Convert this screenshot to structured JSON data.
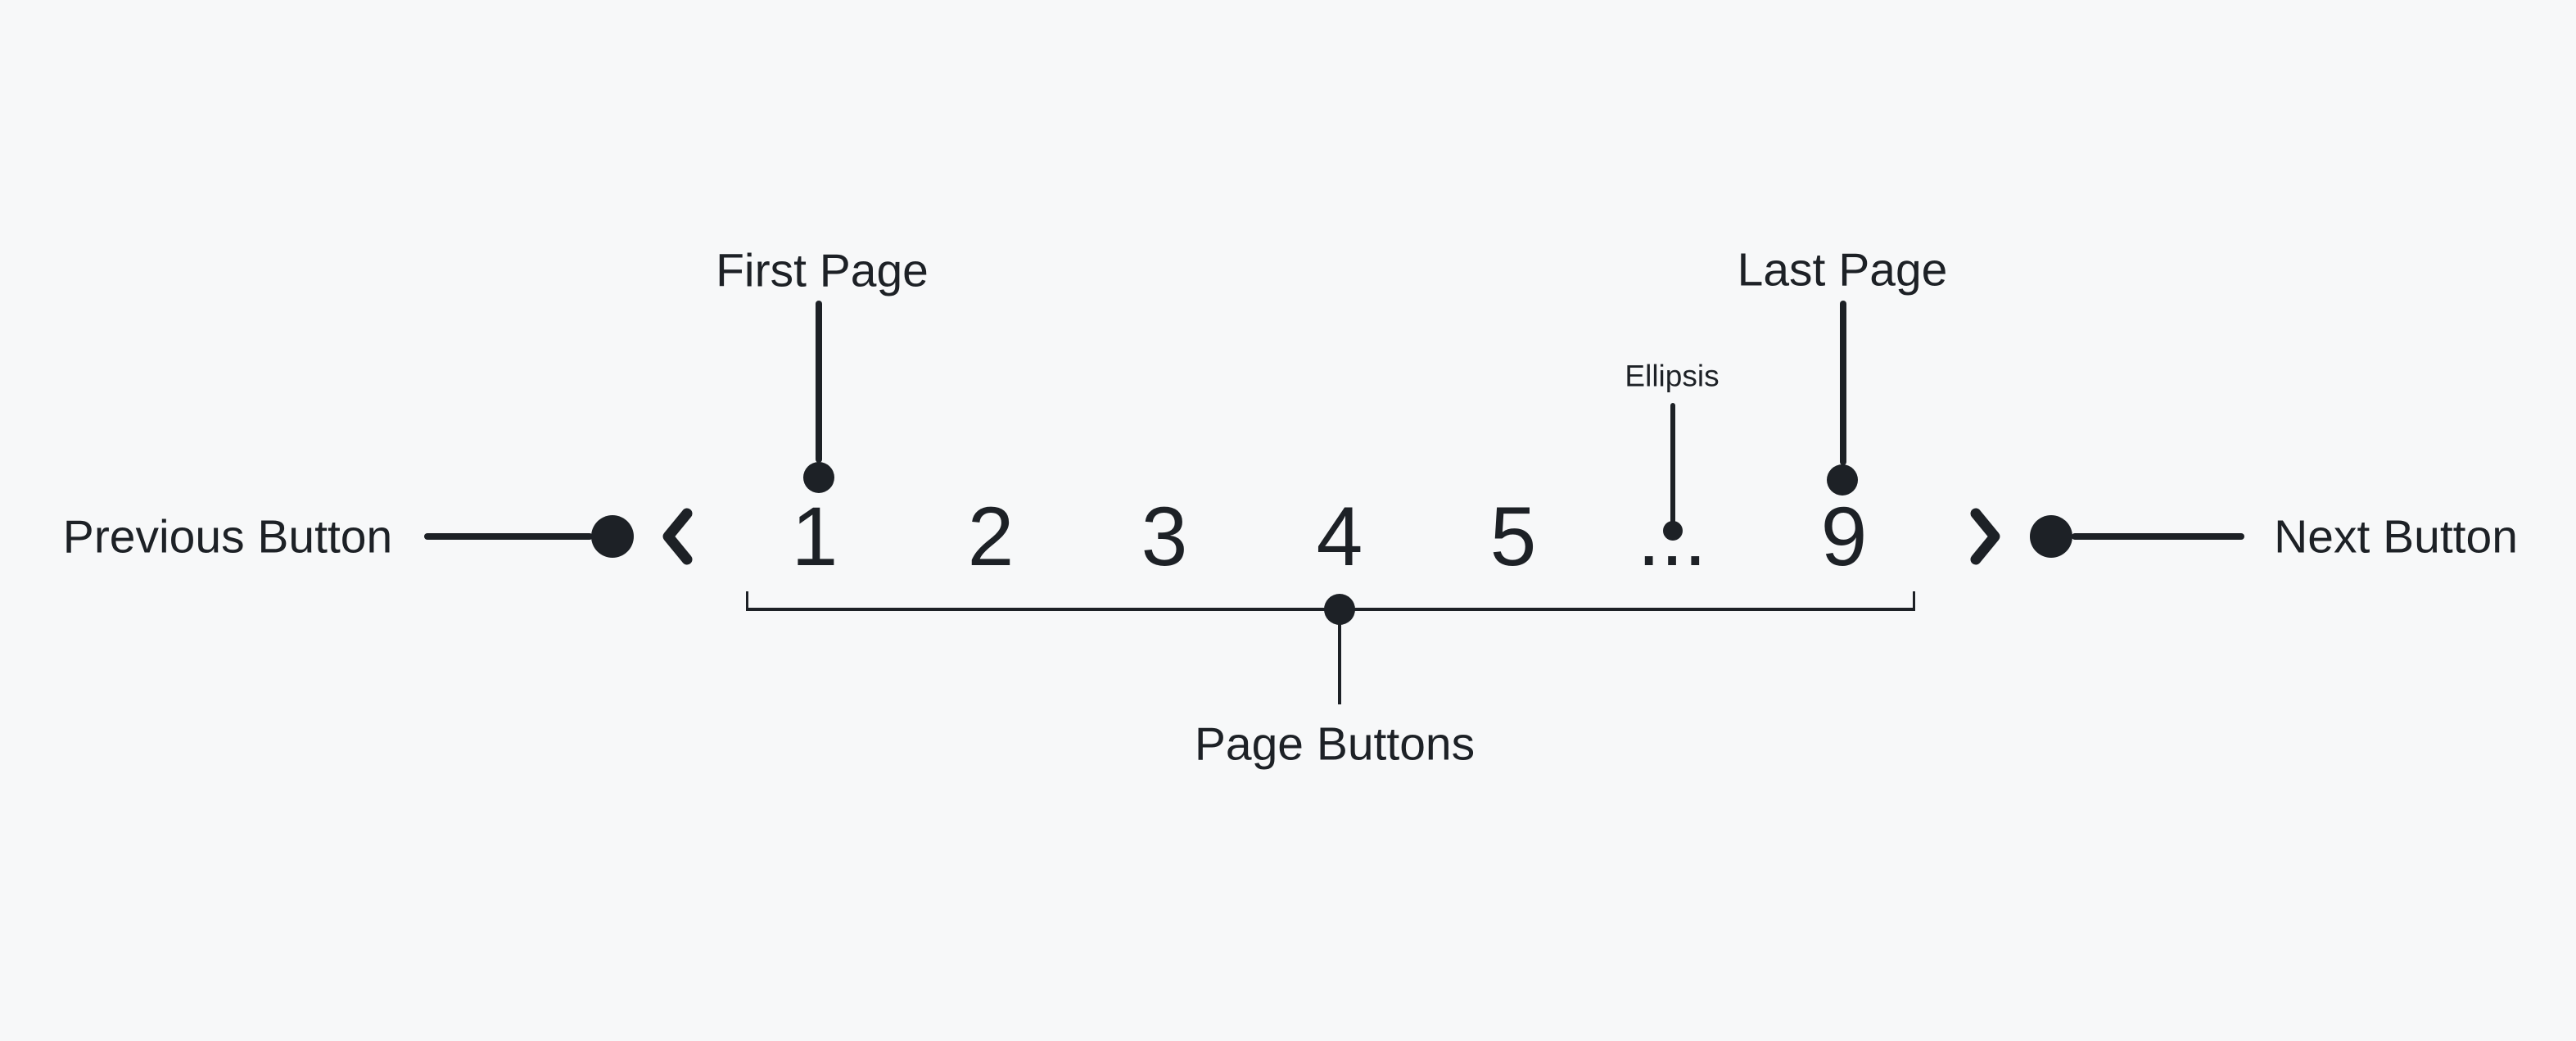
{
  "colors": {
    "background": "#f7f8f9",
    "ink": "#1d2126"
  },
  "pagination": {
    "pages": [
      "1",
      "2",
      "3",
      "4",
      "5",
      "...",
      "9"
    ],
    "prev_icon": "chevron-left",
    "next_icon": "chevron-right"
  },
  "annotations": {
    "previous_button": "Previous Button",
    "next_button": "Next Button",
    "first_page": "First Page",
    "last_page": "Last Page",
    "ellipsis": "Ellipsis",
    "page_buttons": "Page Buttons"
  }
}
